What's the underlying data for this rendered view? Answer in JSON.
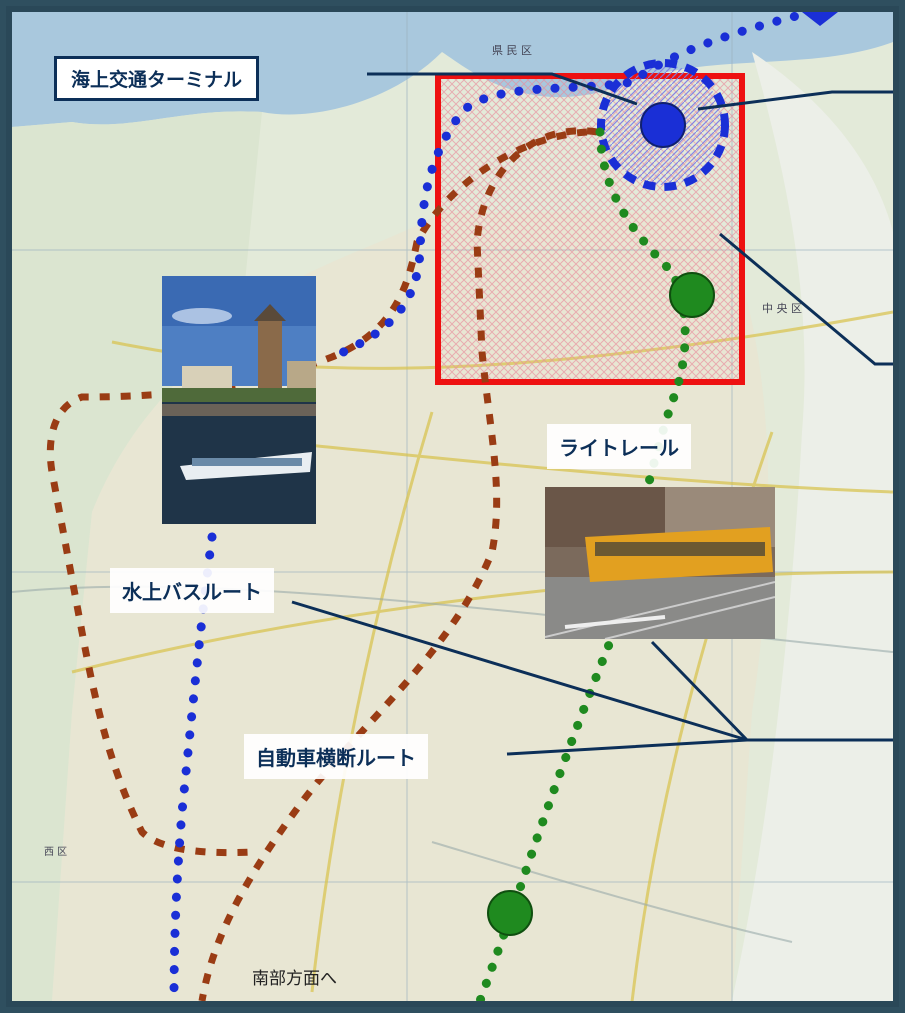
{
  "labels": {
    "terminal": "海上交通ターミナル",
    "light_rail": "ライトレール",
    "water_bus": "水上バスルート",
    "car_route": "自動車横断ルート",
    "south": "南部方面へ"
  },
  "map_text": {
    "top_district": "県 民 区",
    "middle_right": "中 央 区",
    "west": "西 区"
  },
  "photos": {
    "boat": "boat-canal-photo",
    "tram": "tram-street-photo"
  },
  "colors": {
    "border": "#2a4858",
    "label_text": "#0c2f58",
    "water_route": "#1a2fd6",
    "rail_route": "#1f8a1f",
    "car_route": "#9a3c14",
    "highlight_box": "#ee1111",
    "sea": "#a9c8dd"
  }
}
